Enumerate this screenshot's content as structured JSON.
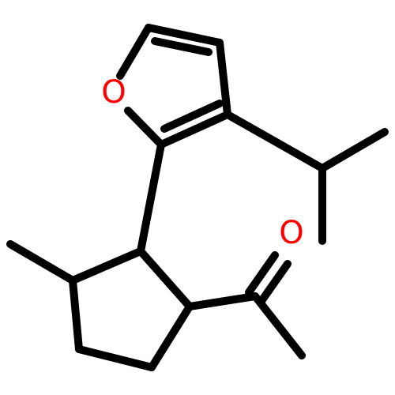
{
  "molecule": {
    "atoms": [
      {
        "id": "O1",
        "symbol": "O",
        "label": "O",
        "color": "#ff0000"
      },
      {
        "id": "O2",
        "symbol": "O",
        "label": "O",
        "color": "#ff0000"
      }
    ]
  }
}
